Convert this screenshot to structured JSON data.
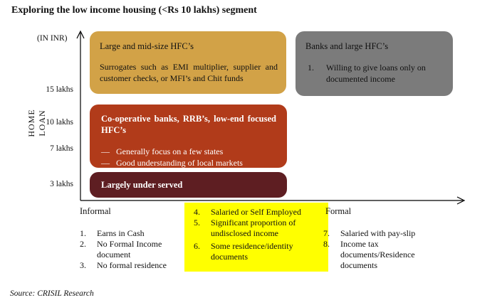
{
  "title": "Exploring the low income housing (<Rs 10 lakhs) segment",
  "y_axis": {
    "label": "HOME   LOAN",
    "unit": "(IN INR)",
    "ticks": [
      "15 lakhs",
      "10 lakhs",
      "7 lakhs",
      "3 lakhs"
    ]
  },
  "boxes": {
    "large_mid": {
      "title": "Large and mid-size HFC’s",
      "text": "Surrogates such as EMI multiplier, supplier and customer checks, or MFI’s and Chit funds"
    },
    "banks": {
      "title": "Banks and large HFC’s",
      "item_num": "1.",
      "item_text": "Willing to give loans only on documented income"
    },
    "coop": {
      "title": "Co-operative banks, RRB’s, low-end focused HFC’s",
      "items": [
        "Generally focus on a few states",
        "Good understanding of local markets"
      ]
    },
    "underserved": {
      "title": "Largely under served"
    }
  },
  "x_axis": {
    "informal_label": "Informal",
    "formal_label": "Formal",
    "informal_items": [
      {
        "num": "1.",
        "text": "Earns in Cash"
      },
      {
        "num": "2.",
        "text": "No Formal Income document"
      },
      {
        "num": "3.",
        "text": "No formal residence"
      }
    ],
    "middle_items": [
      {
        "num": "4.",
        "text": "Salaried or Self Employed"
      },
      {
        "num": "5.",
        "text": "Significant proportion of undisclosed income"
      },
      {
        "num": "6.",
        "text": "Some residence/identity documents"
      }
    ],
    "formal_items": [
      {
        "num": "7.",
        "text": "Salaried with pay-slip"
      },
      {
        "num": "8.",
        "text": "Income tax documents/Residence documents"
      }
    ]
  },
  "source": "Source: CRISIL Research",
  "colors": {
    "large_mid": "#d2a247",
    "banks": "#7b7b7b",
    "coop": "#b13b1a",
    "underserved": "#5e1e22",
    "highlight": "#ffff00"
  }
}
